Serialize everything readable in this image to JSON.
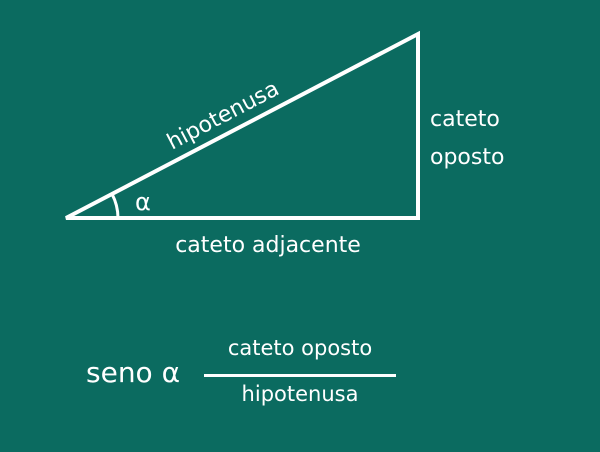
{
  "background_color": "#0b6b60",
  "line_color": "#ffffff",
  "triangle": {
    "hypotenuse_label": "hipotenusa",
    "opposite_label_line1": "cateto",
    "opposite_label_line2": "oposto",
    "adjacent_label": "cateto adjacente",
    "angle_label": "α"
  },
  "formula": {
    "prefix": "seno α",
    "numerator": "cateto oposto",
    "denominator": "hipotenusa"
  }
}
